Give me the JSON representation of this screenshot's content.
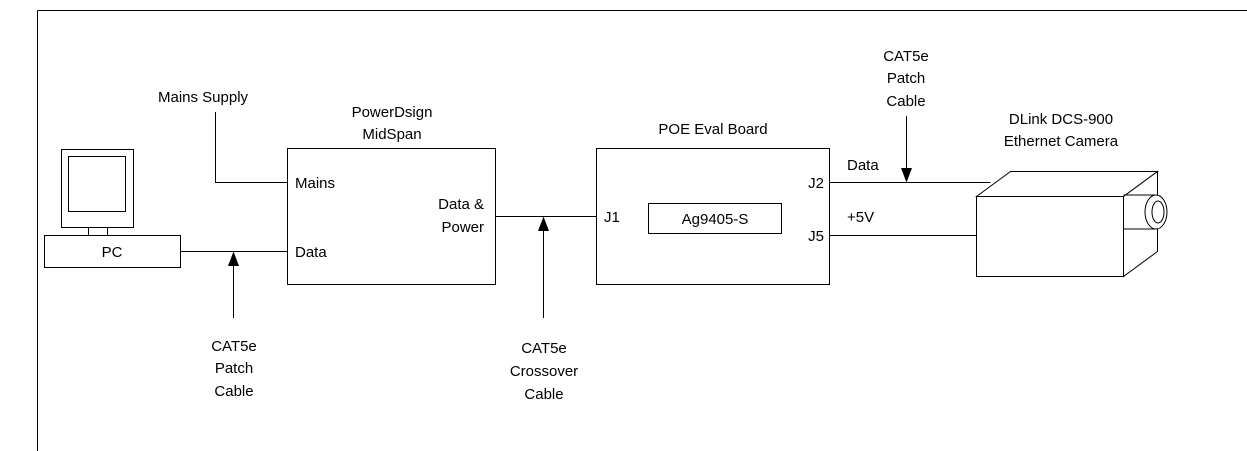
{
  "pc": {
    "label": "PC"
  },
  "mains_supply": {
    "label": "Mains Supply"
  },
  "midspan": {
    "title_line1": "PowerDsign",
    "title_line2": "MidSpan",
    "port_mains": "Mains",
    "port_data": "Data",
    "port_data_power_line1": "Data &",
    "port_data_power_line2": "Power"
  },
  "eval_board": {
    "title": "POE Eval Board",
    "port_j1": "J1",
    "port_j2": "J2",
    "port_j5": "J5",
    "chip": "Ag9405-S"
  },
  "camera": {
    "title_line1": "DLink DCS-900",
    "title_line2": "Ethernet Camera"
  },
  "links": {
    "data": "Data",
    "power": "+5V"
  },
  "cables": {
    "pc_to_midspan": [
      "CAT5e",
      "Patch",
      "Cable"
    ],
    "midspan_to_board": [
      "CAT5e",
      "Crossover",
      "Cable"
    ],
    "board_to_camera": [
      "CAT5e",
      "Patch",
      "Cable"
    ]
  }
}
